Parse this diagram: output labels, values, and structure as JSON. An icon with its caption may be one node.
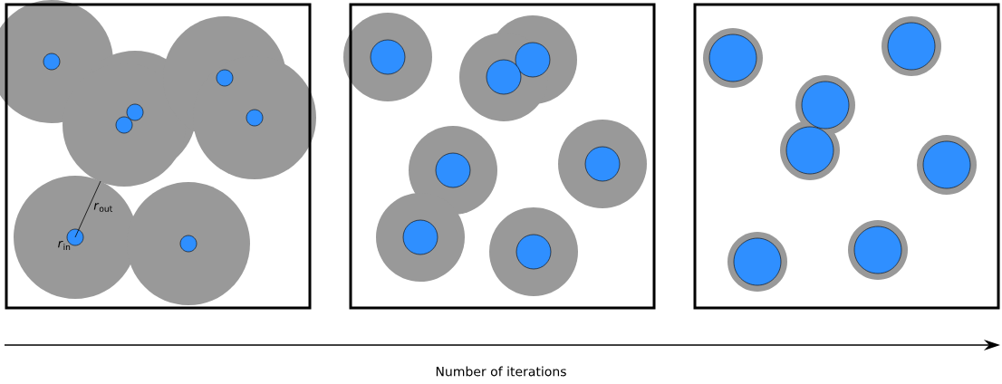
{
  "diagram": {
    "labels": [
      "*r*$_{out}$",
      "*r*$_{in}$",
      "Number of iterations"
    ]
  }
}
